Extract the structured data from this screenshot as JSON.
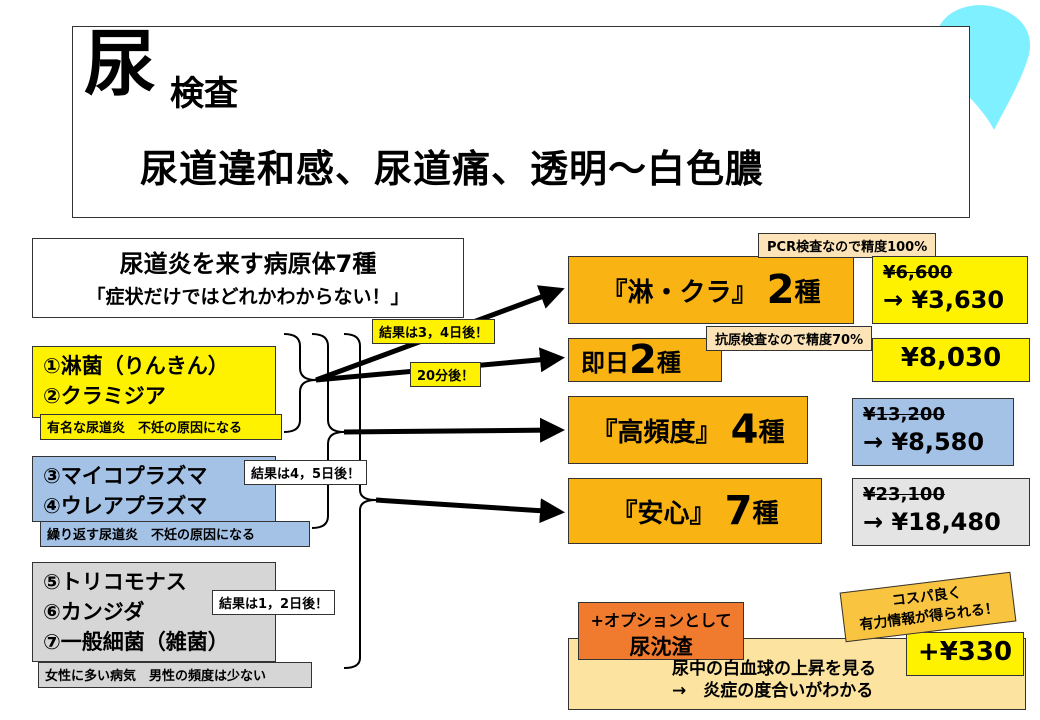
{
  "title": {
    "big_char": "尿",
    "rest": "検査",
    "subtitle": "尿道違和感、尿道痛、透明〜白色膿"
  },
  "header": {
    "line1": "尿道炎を来す病原体7種",
    "line2": "「症状だけではどれかわからない！」"
  },
  "groups": [
    {
      "items": [
        "①淋菌（りんきん）",
        "②クラミジア"
      ],
      "note": "有名な尿道炎　不妊の原因になる"
    },
    {
      "items": [
        "③マイコプラズマ",
        "④ウレアプラズマ"
      ],
      "note": "繰り返す尿道炎　不妊の原因になる"
    },
    {
      "items": [
        "⑤トリコモナス",
        "⑥カンジダ",
        "⑦一般細菌（雑菌）"
      ],
      "note": "女性に多い病気　男性の頻度は少ない"
    }
  ],
  "timings": {
    "t1": "結果は3，4日後！",
    "t2": "20分後！",
    "t3": "結果は4，5日後！",
    "t4": "結果は1，2日後！"
  },
  "tests": [
    {
      "label": "『淋・クラ』",
      "num": "2",
      "unit": "種"
    },
    {
      "label": "即日",
      "num": "2",
      "unit": "種"
    },
    {
      "label": "『高頻度』",
      "num": "4",
      "unit": "種"
    },
    {
      "label": "『安心』",
      "num": "7",
      "unit": "種"
    }
  ],
  "badges": {
    "pcr": "PCR検査なので精度100%",
    "antigen": "抗原検査なので精度70%"
  },
  "prices": [
    {
      "old": "¥6,600",
      "new": "→ ¥3,630"
    },
    {
      "old": "",
      "new": "¥8,030"
    },
    {
      "old": "¥13,200",
      "new": "→ ¥8,580"
    },
    {
      "old": "¥23,100",
      "new": "→ ¥18,480"
    }
  ],
  "option": {
    "head_line1": "+オプションとして",
    "head_line2": "尿沈渣",
    "text_line1": "尿中の白血球の上昇を見る",
    "text_line2": "→　炎症の度合いがわかる",
    "price": "+¥330",
    "cospa_line1": "コスパ良く",
    "cospa_line2": "有力情報が得られる！"
  },
  "colors": {
    "yellow": "#fff200",
    "blue": "#a4c2e6",
    "gray": "#d6d6d6",
    "orange": "#f9b313",
    "option_orange": "#f07b2f",
    "drop": "#7ff0ff"
  }
}
